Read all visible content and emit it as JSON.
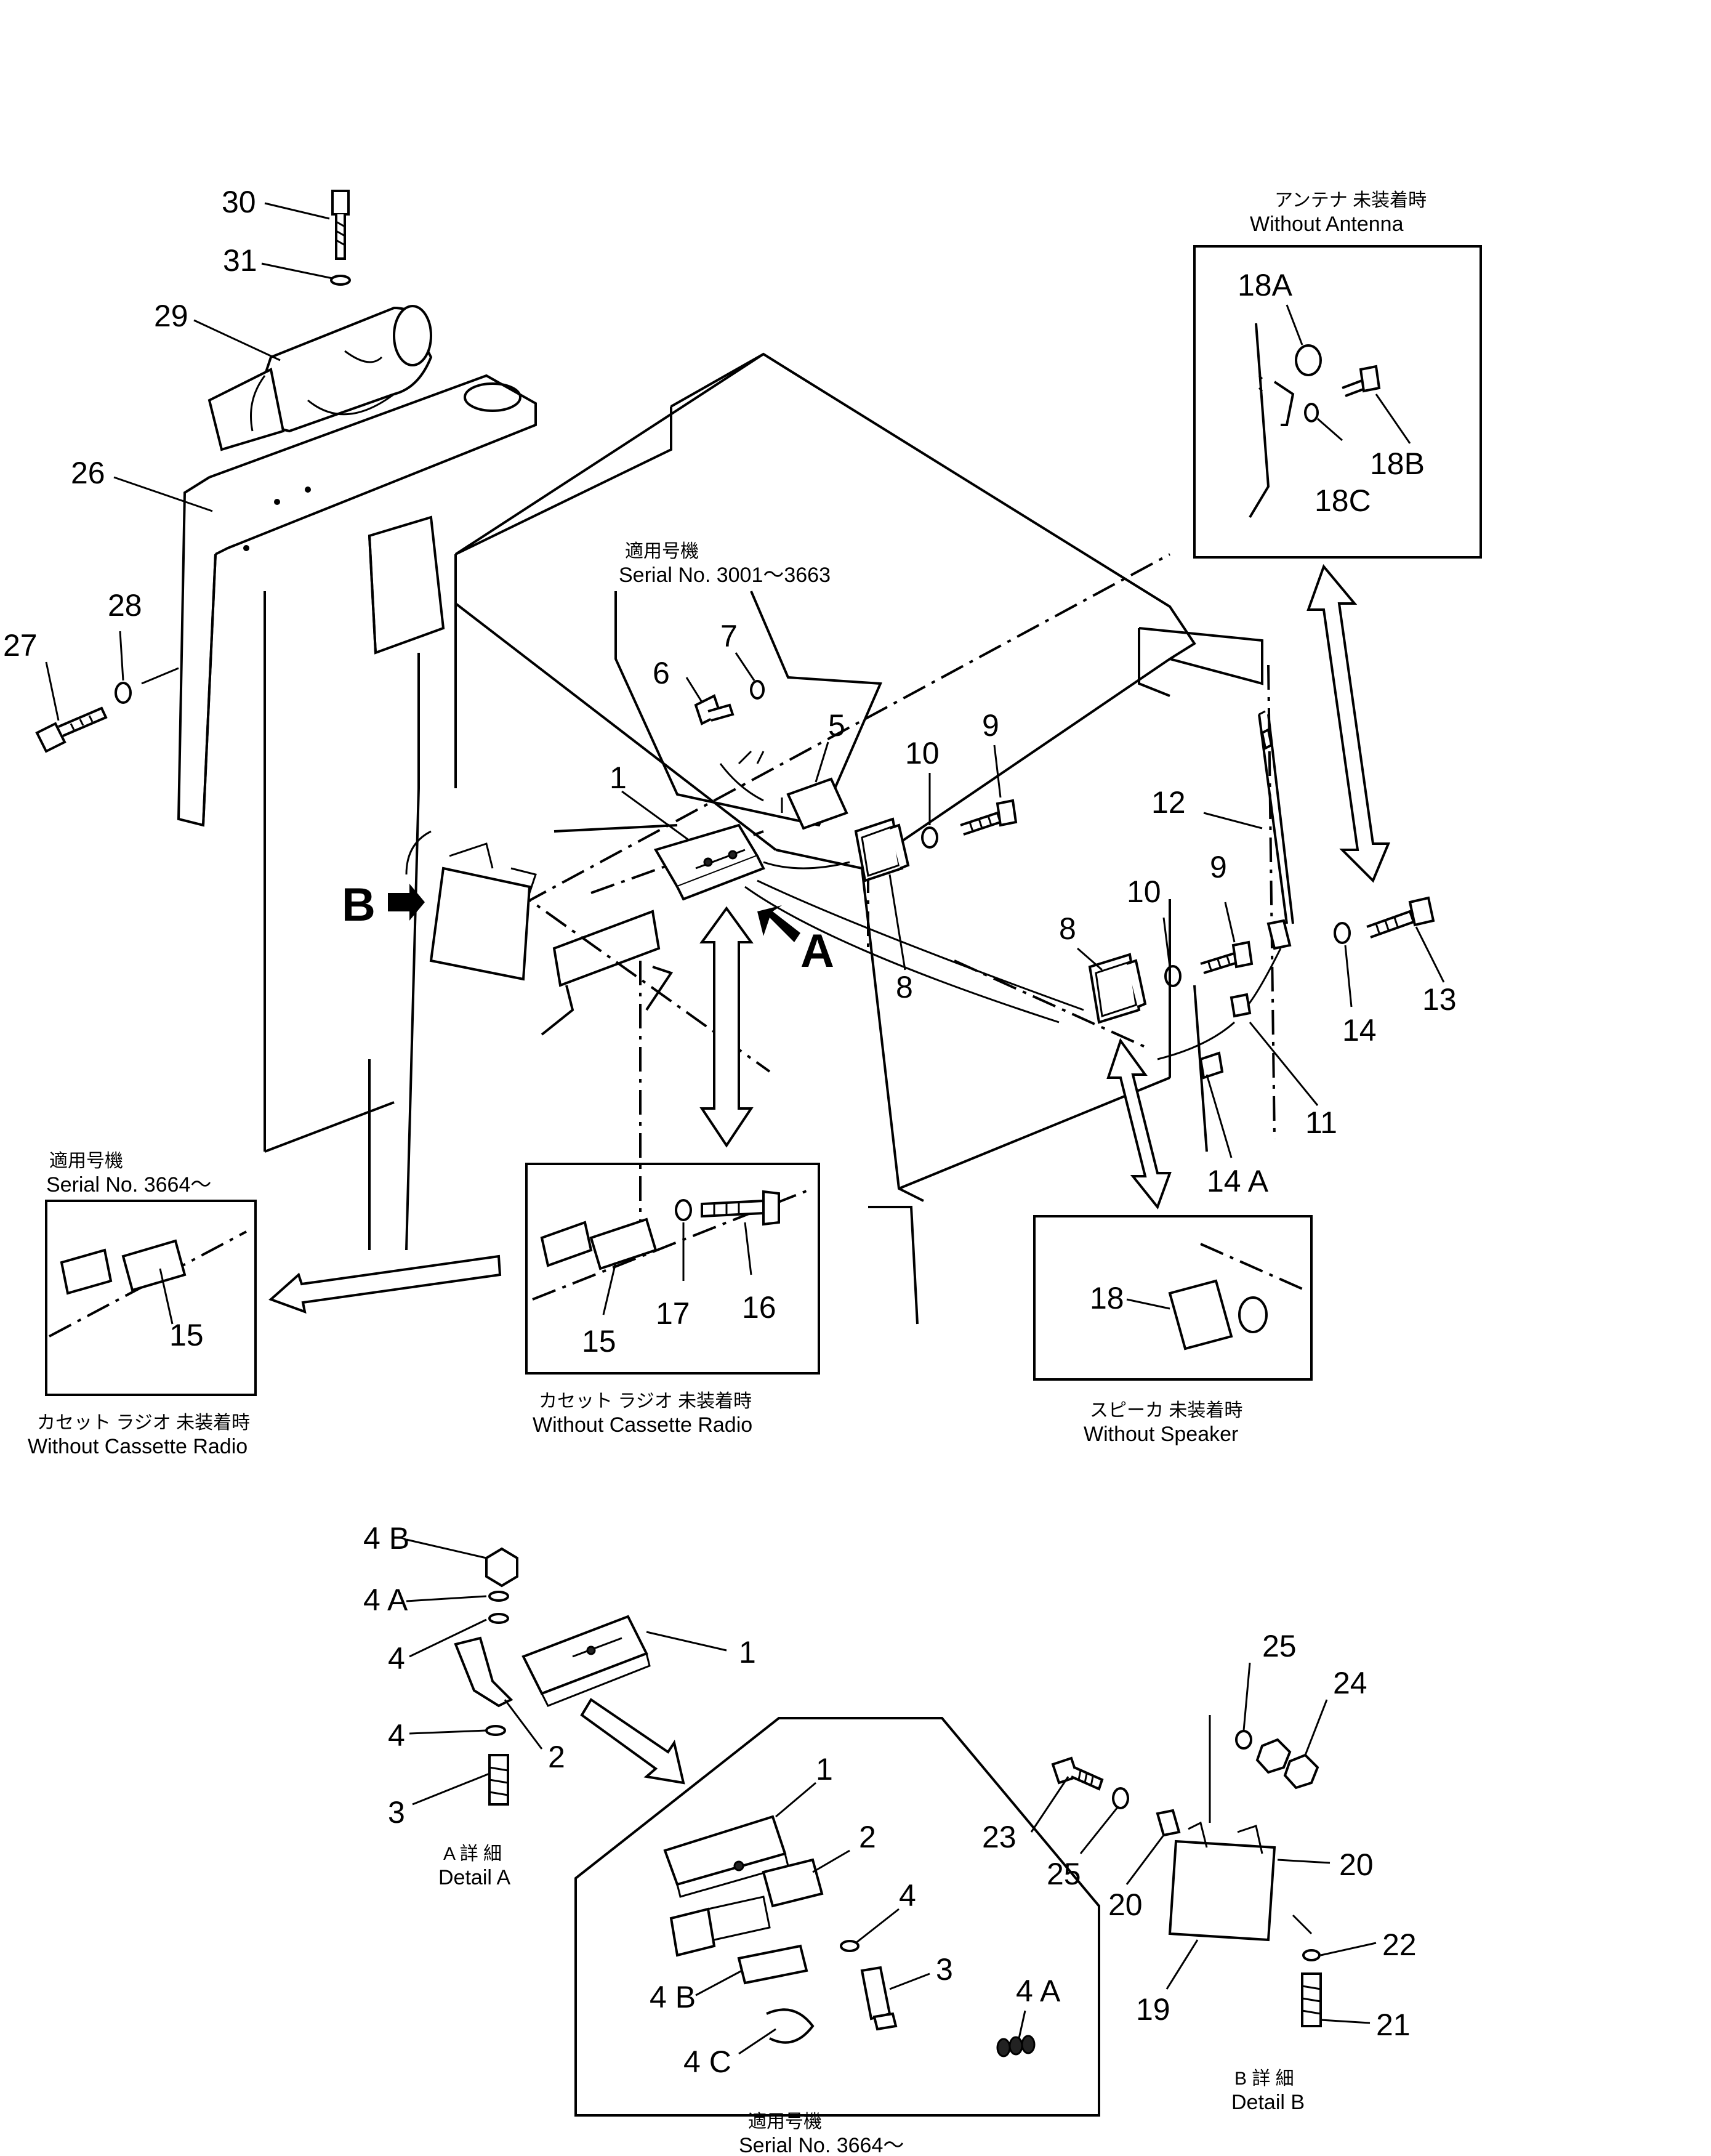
{
  "callouts": {
    "c30": "30",
    "c31": "31",
    "c29": "29",
    "c26": "26",
    "c28": "28",
    "c27": "27",
    "c1": "1",
    "c6": "6",
    "c7": "7",
    "c5": "5",
    "c10a": "10",
    "c9a": "9",
    "c8a": "8",
    "c8b": "8",
    "c10b": "10",
    "c9b": "9",
    "c12": "12",
    "c13": "13",
    "c14": "14",
    "c11": "11",
    "c14a": "14 A",
    "c18a": "18A",
    "c18b": "18B",
    "c18c": "18C",
    "c15a": "15",
    "c15b": "15",
    "c17": "17",
    "c16": "16",
    "c18": "18",
    "c4b": "4 B",
    "c4a": "4 A",
    "c4x": "4",
    "c1d": "1",
    "c4y": "4",
    "c2": "2",
    "c3": "3",
    "d1": "1",
    "d2": "2",
    "d4": "4",
    "d3": "3",
    "d4b": "4 B",
    "d4c": "4 C",
    "d4a": "4 A",
    "e25a": "25",
    "e24": "24",
    "e23": "23",
    "e25b": "25",
    "e20a": "20",
    "e20b": "20",
    "e22": "22",
    "e19": "19",
    "e21": "21",
    "view_a": "A",
    "view_b": "B"
  },
  "notes": {
    "antenna_jp": "アンテナ 未装着時",
    "antenna_en": "Without Antenna",
    "serial_top_jp": "適用号機",
    "serial_top_en": "Serial No. 3001～3663",
    "serial_left_jp": "適用号機",
    "serial_left_en": "Serial No. 3664～",
    "no_cassette_left_jp": "カセット ラジオ 未装着時",
    "no_cassette_left_en": "Without Cassette Radio",
    "no_cassette_mid_jp": "カセット ラジオ 未装着時",
    "no_cassette_mid_en": "Without Cassette Radio",
    "no_speaker_jp": "スピーカ 未装着時",
    "no_speaker_en": "Without Speaker",
    "detail_a_jp": "A 詳 細",
    "detail_a_en": "Detail A",
    "detail_b_jp": "B 詳 細",
    "detail_b_en": "Detail B",
    "serial_bottom_jp": "適用号機",
    "serial_bottom_en": "Serial No. 3664～"
  }
}
